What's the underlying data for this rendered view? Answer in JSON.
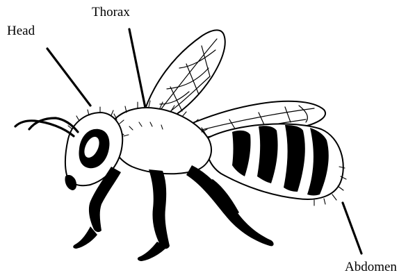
{
  "labels": {
    "head": "Head",
    "thorax": "Thorax",
    "abdomen": "Abdomen"
  },
  "colors": {
    "ink": "#000000",
    "background": "#ffffff"
  }
}
